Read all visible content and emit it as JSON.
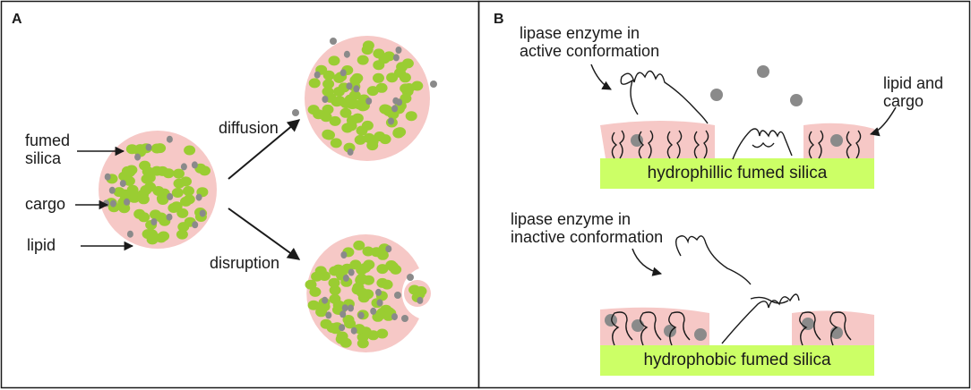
{
  "panel_a": {
    "letter": "A",
    "labels": {
      "fumed_silica": "fumed\nsilica",
      "cargo": "cargo",
      "lipid": "lipid",
      "diffusion": "diffusion",
      "disruption": "disruption"
    }
  },
  "panel_b": {
    "letter": "B",
    "labels": {
      "lipase_active": "lipase enzyme in\nactive conformation",
      "lipid_and_cargo": "lipid and\ncargo",
      "hydrophilic_bar": "hydrophillic fumed silica",
      "lipase_inactive": "lipase enzyme in\ninactive conformation",
      "hydrophobic_bar": "hydrophobic fumed silica"
    }
  },
  "colors": {
    "lipid": "#f6c8c6",
    "silica": "#9acd32",
    "silica_bar": "#ccff66",
    "cargo": "#8a8a8a",
    "line": "#1a1a1a"
  }
}
